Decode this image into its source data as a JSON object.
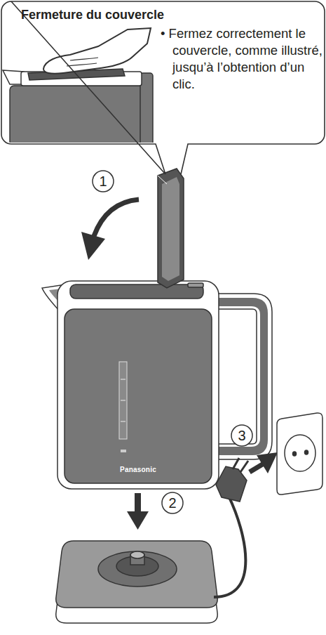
{
  "diagram": {
    "nodes": [
      {
        "text": [
          "Fermeture du couvercle",
          "• Fermez correctement le couvercle, comme illustré, jusqu’à l’obtention d’un clic."
        ]
      }
    ],
    "labels": [
      "1",
      "2",
      "3",
      "Panasonic"
    ]
  }
}
